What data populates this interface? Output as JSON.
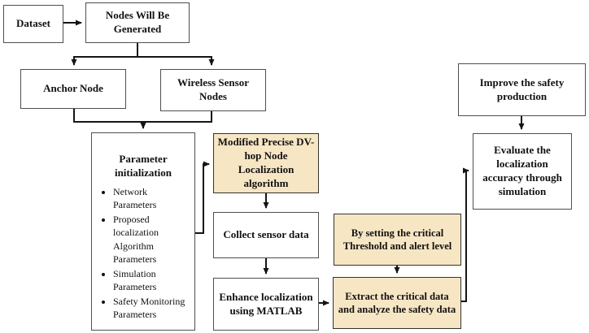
{
  "diagram": {
    "colors": {
      "highlight_fill": "#f7e6c4",
      "box_fill": "#ffffff",
      "box_border": "#4f4f4f",
      "arrow": "#151515",
      "text": "#111111"
    },
    "nodes": {
      "dataset": {
        "label": "Dataset"
      },
      "nodes_generated": {
        "label": "Nodes Will Be Generated"
      },
      "anchor_node": {
        "label": "Anchor Node"
      },
      "wireless_sensor_nodes": {
        "label": "Wireless Sensor Nodes"
      },
      "parameter_initialization": {
        "title": "Parameter initialization",
        "items": [
          "Network Parameters",
          "Proposed localization Algorithm Parameters",
          "Simulation Parameters",
          "Safety Monitoring Parameters"
        ]
      },
      "modified_dv_hop": {
        "label": "Modified Precise DV-hop Node Localization algorithm",
        "highlighted": true
      },
      "collect_sensor_data": {
        "label": "Collect sensor data"
      },
      "enhance_localization": {
        "label": "Enhance localization using MATLAB"
      },
      "by_setting_threshold": {
        "label": "By setting the critical Threshold and alert level",
        "highlighted": true
      },
      "extract_critical_data": {
        "label": "Extract the critical data and analyze the safety data",
        "highlighted": true
      },
      "improve_safety": {
        "label": "Improve the safety production"
      },
      "evaluate_accuracy": {
        "label": "Evaluate the localization accuracy through simulation"
      }
    },
    "edges": [
      {
        "from": "dataset",
        "to": "nodes_generated"
      },
      {
        "from": "nodes_generated",
        "to": "anchor_node"
      },
      {
        "from": "nodes_generated",
        "to": "wireless_sensor_nodes"
      },
      {
        "from": "anchor_node",
        "to": "parameter_initialization"
      },
      {
        "from": "wireless_sensor_nodes",
        "to": "parameter_initialization"
      },
      {
        "from": "parameter_initialization",
        "to": "modified_dv_hop"
      },
      {
        "from": "modified_dv_hop",
        "to": "collect_sensor_data"
      },
      {
        "from": "collect_sensor_data",
        "to": "enhance_localization"
      },
      {
        "from": "enhance_localization",
        "to": "extract_critical_data"
      },
      {
        "from": "by_setting_threshold",
        "to": "extract_critical_data"
      },
      {
        "from": "extract_critical_data",
        "to": "evaluate_accuracy"
      },
      {
        "from": "improve_safety",
        "to": "evaluate_accuracy"
      }
    ]
  }
}
